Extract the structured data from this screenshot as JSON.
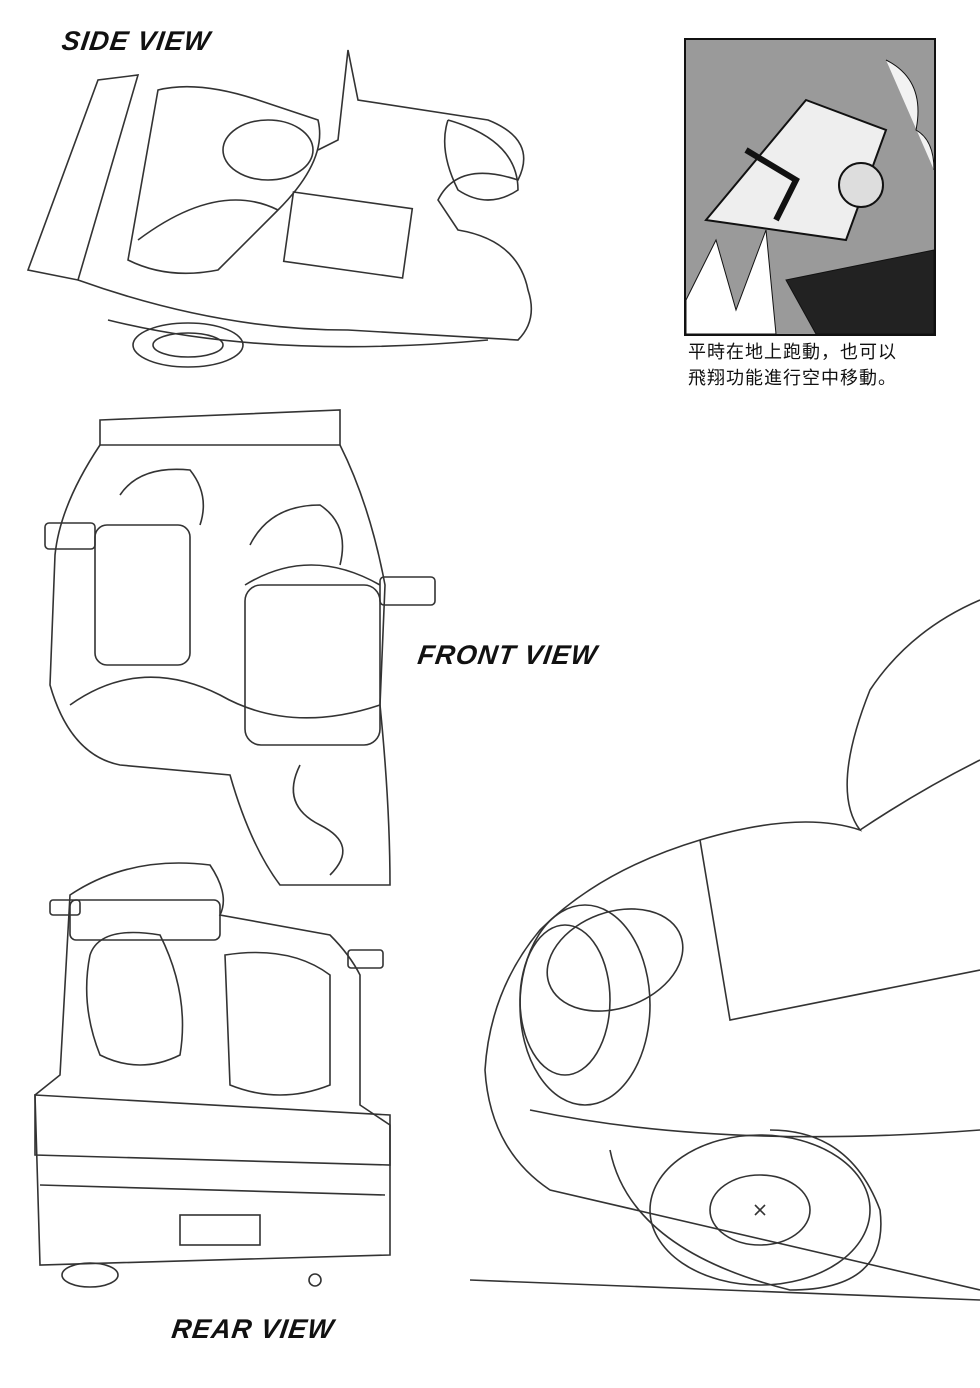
{
  "labels": {
    "side_view": "SIDE VIEW",
    "front_view": "FRONT VIEW",
    "rear_view": "REAR VIEW"
  },
  "caption": {
    "line1": "平時在地上跑動，也可以",
    "line2": "飛翔功能進行空中移動。"
  }
}
